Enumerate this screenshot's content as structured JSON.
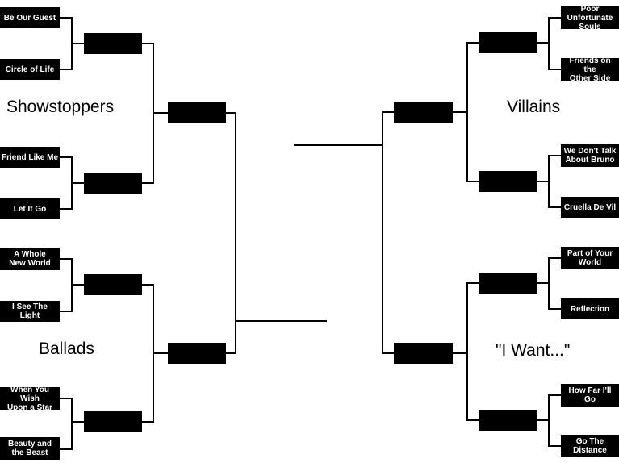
{
  "categories": {
    "showstoppers": "Showstoppers",
    "ballads": "Ballads",
    "villains": "Villains",
    "i_want": "\"I Want...\""
  },
  "seeds": {
    "be_our_guest": "Be Our Guest",
    "circle_of_life": "Circle of Life",
    "friend_like_me": "Friend Like Me",
    "let_it_go": "Let It Go",
    "a_whole_new_world": "A Whole\nNew World",
    "i_see_the_light": "I See The Light",
    "when_you_wish": "When You Wish\nUpon a Star",
    "beauty_and_the_beast": "Beauty and\nthe Beast",
    "poor_unfortunate_souls": "Poor Unfortunate\nSouls",
    "friends_on_the_other_side": "Friends on the\nOther Side",
    "we_dont_talk_about_bruno": "We Don't Talk\nAbout Bruno",
    "cruella_de_vil": "Cruella De Vil",
    "part_of_your_world": "Part of Your\nWorld",
    "reflection": "Reflection",
    "how_far_ill_go": "How Far I'll\nGo",
    "go_the_distance": "Go The\nDistance"
  },
  "colors": {
    "box": "#000000",
    "line": "#000000",
    "background": "#ffffff"
  }
}
